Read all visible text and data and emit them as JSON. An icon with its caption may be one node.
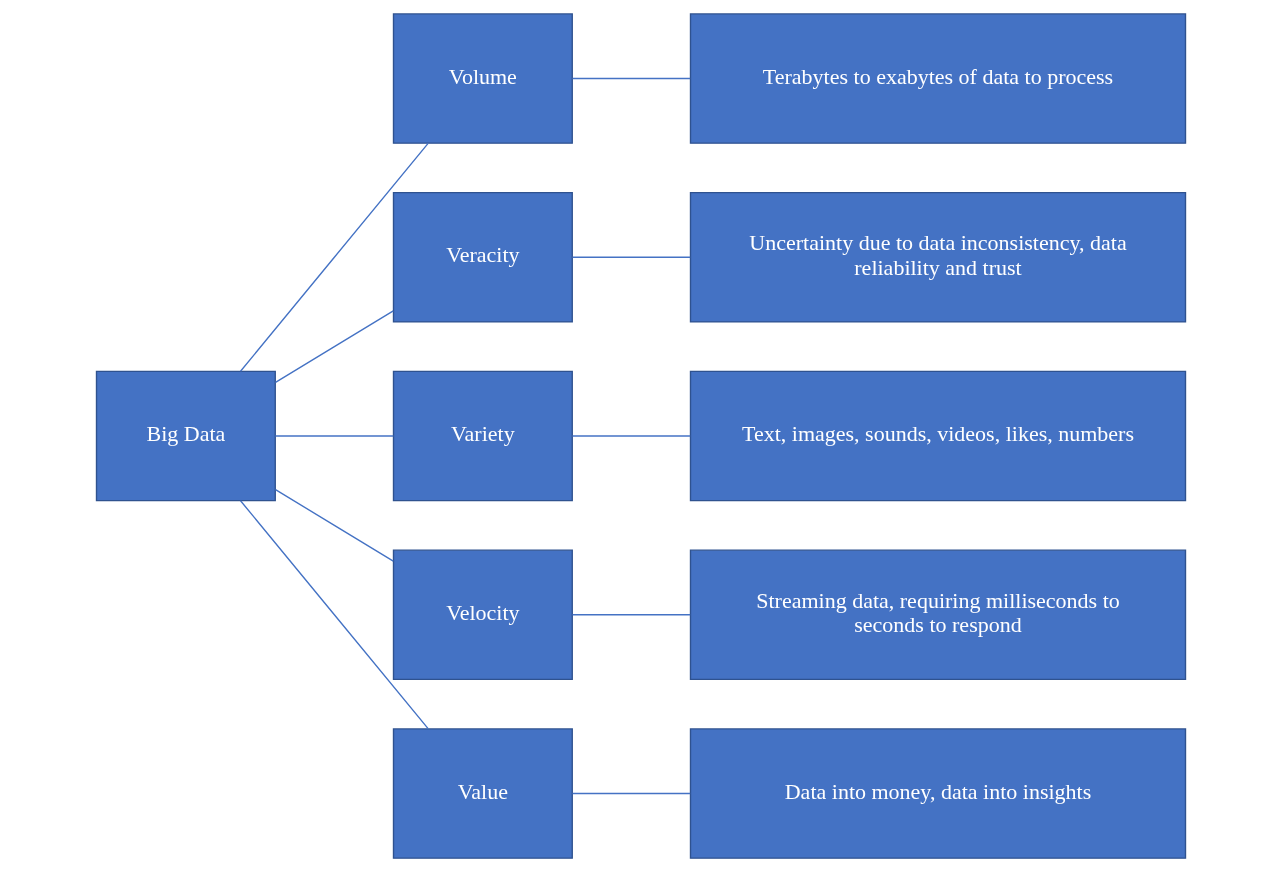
{
  "diagram": {
    "nodes": [
      {
        "text": [
          "Big Data"
        ]
      },
      {
        "text": [
          "Volume"
        ]
      },
      {
        "text": [
          "Terabytes to exabytes of data to process"
        ]
      },
      {
        "text": [
          "Veracity"
        ]
      },
      {
        "text": [
          "Uncertainty due to data inconsistency, data reliability and trust"
        ]
      },
      {
        "text": [
          "Variety"
        ]
      },
      {
        "text": [
          "Text, images, sounds, videos, likes, numbers"
        ]
      },
      {
        "text": [
          "Velocity"
        ]
      },
      {
        "text": [
          "Streaming data, requiring milliseconds to seconds to respond"
        ]
      },
      {
        "text": [
          "Value"
        ]
      },
      {
        "text": [
          "Data into money, data into insights"
        ]
      }
    ],
    "edges": [
      {
        "from": 0,
        "to": 1,
        "arrow": "none"
      },
      {
        "from": 0,
        "to": 3,
        "arrow": "none"
      },
      {
        "from": 0,
        "to": 5,
        "arrow": "none"
      },
      {
        "from": 0,
        "to": 7,
        "arrow": "none"
      },
      {
        "from": 0,
        "to": 9,
        "arrow": "none"
      },
      {
        "from": 1,
        "to": 2,
        "arrow": "none"
      },
      {
        "from": 3,
        "to": 4,
        "arrow": "none"
      },
      {
        "from": 5,
        "to": 6,
        "arrow": "none"
      },
      {
        "from": 7,
        "to": 8,
        "arrow": "none"
      },
      {
        "from": 9,
        "to": 10,
        "arrow": "none"
      }
    ]
  }
}
